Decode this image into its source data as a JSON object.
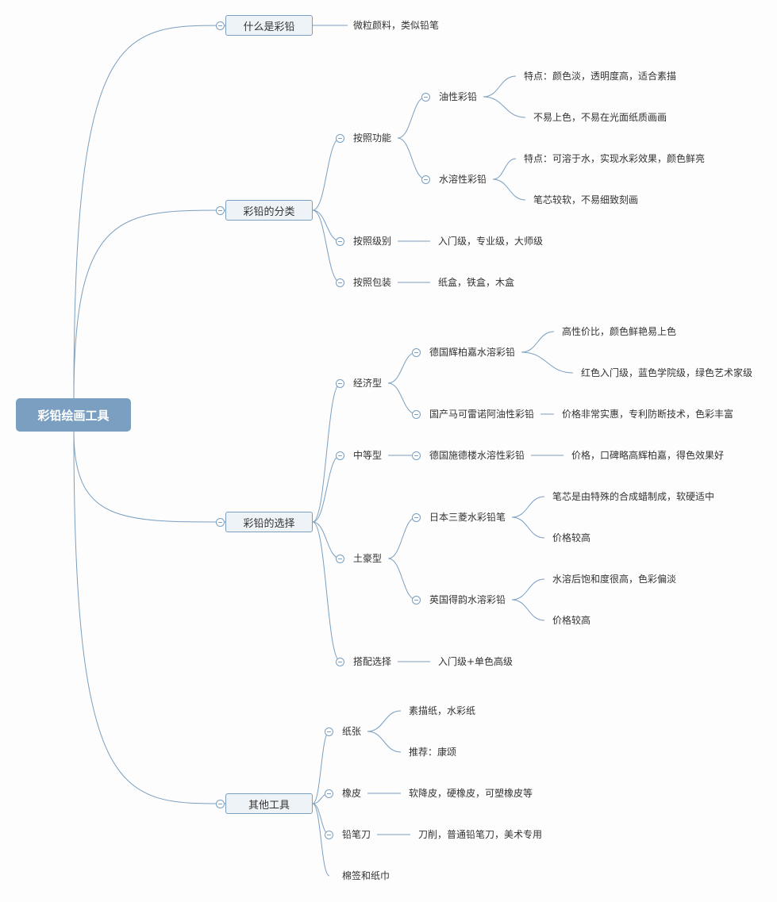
{
  "root": {
    "label": "彩铅绘画工具"
  },
  "branches": [
    {
      "label": "什么是彩铅",
      "children": [
        {
          "label": "微粒颜料，类似铅笔"
        }
      ]
    },
    {
      "label": "彩铅的分类",
      "children": [
        {
          "label": "按照功能",
          "children": [
            {
              "label": "油性彩铅",
              "children": [
                {
                  "label": "特点：颜色淡，透明度高，适合素描"
                },
                {
                  "label": "不易上色，不易在光面纸质画画"
                }
              ]
            },
            {
              "label": "水溶性彩铅",
              "children": [
                {
                  "label": "特点：可溶于水，实现水彩效果，颜色鲜亮"
                },
                {
                  "label": "笔芯较软，不易细致刻画"
                }
              ]
            }
          ]
        },
        {
          "label": "按照级别",
          "children": [
            {
              "label": "入门级，专业级，大师级"
            }
          ]
        },
        {
          "label": "按照包装",
          "children": [
            {
              "label": "纸盒，铁盒，木盒"
            }
          ]
        }
      ]
    },
    {
      "label": "彩铅的选择",
      "children": [
        {
          "label": "经济型",
          "children": [
            {
              "label": "德国辉柏嘉水溶彩铅",
              "children": [
                {
                  "label": "高性价比，颜色鲜艳易上色"
                },
                {
                  "label": "红色入门级，蓝色学院级，绿色艺术家级"
                }
              ]
            },
            {
              "label": "国产马可雷诺阿油性彩铅",
              "children": [
                {
                  "label": "价格非常实惠，专利防断技术，色彩丰富"
                }
              ]
            }
          ]
        },
        {
          "label": "中等型",
          "children": [
            {
              "label": "德国施德楼水溶性彩铅",
              "children": [
                {
                  "label": "价格，口碑略高辉柏嘉，得色效果好"
                }
              ]
            }
          ]
        },
        {
          "label": "土豪型",
          "children": [
            {
              "label": "日本三菱水彩铅笔",
              "children": [
                {
                  "label": "笔芯是由特殊的合成蜡制成，软硬适中"
                },
                {
                  "label": "价格较高"
                }
              ]
            },
            {
              "label": "英国得韵水溶彩铅",
              "children": [
                {
                  "label": "水溶后饱和度很高，色彩偏淡"
                },
                {
                  "label": "价格较高"
                }
              ]
            }
          ]
        },
        {
          "label": "搭配选择",
          "children": [
            {
              "label": "入门级+单色高级"
            }
          ]
        }
      ]
    },
    {
      "label": "其他工具",
      "children": [
        {
          "label": "纸张",
          "children": [
            {
              "label": "素描纸，水彩纸"
            },
            {
              "label": "推荐：康颂"
            }
          ]
        },
        {
          "label": "橡皮",
          "children": [
            {
              "label": "软降皮，硬橡皮，可塑橡皮等"
            }
          ]
        },
        {
          "label": "铅笔刀",
          "children": [
            {
              "label": "刀削，普通铅笔刀，美术专用"
            }
          ]
        },
        {
          "label": "棉签和纸巾"
        }
      ]
    }
  ],
  "colors": {
    "line": "#7a9fc0",
    "root_fill": "#7a9fc0",
    "branch_fill": "#eef3f8",
    "text": "#333333"
  }
}
